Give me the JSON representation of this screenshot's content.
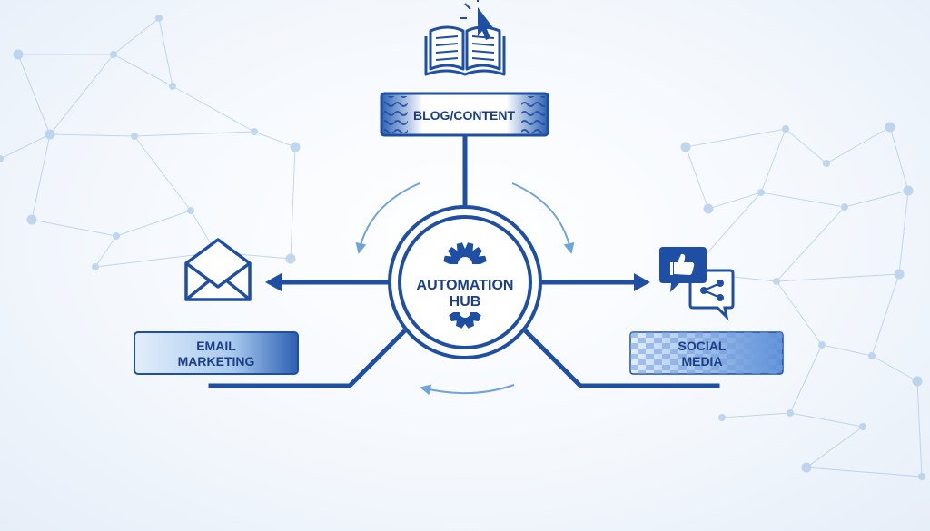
{
  "hub": {
    "line1": "AUTOMATION",
    "line2": "HUB"
  },
  "nodes": {
    "blog": {
      "label": "BLOG/CONTENT"
    },
    "email": {
      "line1": "EMAIL",
      "line2": "MARKETING"
    },
    "social": {
      "line1": "SOCIAL",
      "line2": "MEDIA"
    }
  },
  "colors": {
    "primary": "#1e4fa3",
    "dark": "#173b86",
    "accent": "#5b9bd5",
    "light": "#b9d3f0",
    "network": "#9ec2e8"
  },
  "icons": {
    "hub": "gear-icon",
    "blog": "open-book-icon",
    "cursor": "cursor-icon",
    "email": "envelope-icon",
    "social": "like-share-icon"
  }
}
